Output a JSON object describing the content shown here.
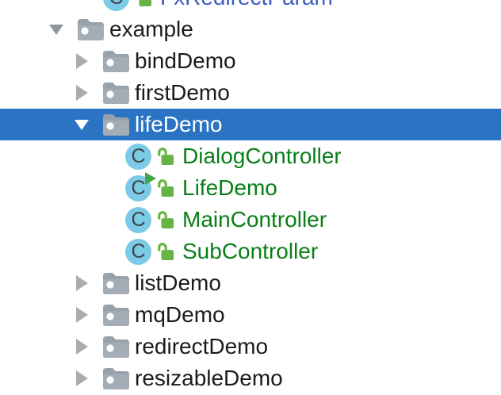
{
  "tree": {
    "rows": [
      {
        "label": "FxRedirectParam",
        "type": "class-file",
        "depth": 2,
        "text_color": "blue",
        "has_lock": true
      },
      {
        "label": "example",
        "type": "folder",
        "state": "expanded",
        "depth": 1
      },
      {
        "label": "bindDemo",
        "type": "folder",
        "state": "collapsed",
        "depth": 2
      },
      {
        "label": "firstDemo",
        "type": "folder",
        "state": "collapsed",
        "depth": 2
      },
      {
        "label": "lifeDemo",
        "type": "folder",
        "state": "expanded",
        "depth": 2,
        "selected": true
      },
      {
        "label": "DialogController",
        "type": "class-file",
        "depth": 3,
        "text_color": "green",
        "has_lock": true
      },
      {
        "label": "LifeDemo",
        "type": "class-file",
        "depth": 3,
        "text_color": "green",
        "has_lock": true,
        "runnable": true
      },
      {
        "label": "MainController",
        "type": "class-file",
        "depth": 3,
        "text_color": "green",
        "has_lock": true
      },
      {
        "label": "SubController",
        "type": "class-file",
        "depth": 3,
        "text_color": "green",
        "has_lock": true
      },
      {
        "label": "listDemo",
        "type": "folder",
        "state": "collapsed",
        "depth": 2
      },
      {
        "label": "mqDemo",
        "type": "folder",
        "state": "collapsed",
        "depth": 2
      },
      {
        "label": "redirectDemo",
        "type": "folder",
        "state": "collapsed",
        "depth": 2
      },
      {
        "label": "resizableDemo",
        "type": "folder",
        "state": "collapsed",
        "depth": 2
      }
    ],
    "class_icon_letter": "C",
    "colors": {
      "selection_background": "#2B74C4",
      "green_text": "#087F17",
      "blue_text": "#3B5CC4",
      "default_text": "#1B1B1B",
      "folder_icon": "#98A2AB",
      "class_icon_circle": "#7BCBE6",
      "lock_icon": "#65B445",
      "run_overlay": "#46A546",
      "arrow_collapsed": "#A9ACB0",
      "arrow_expanded": "#8F969C"
    }
  }
}
